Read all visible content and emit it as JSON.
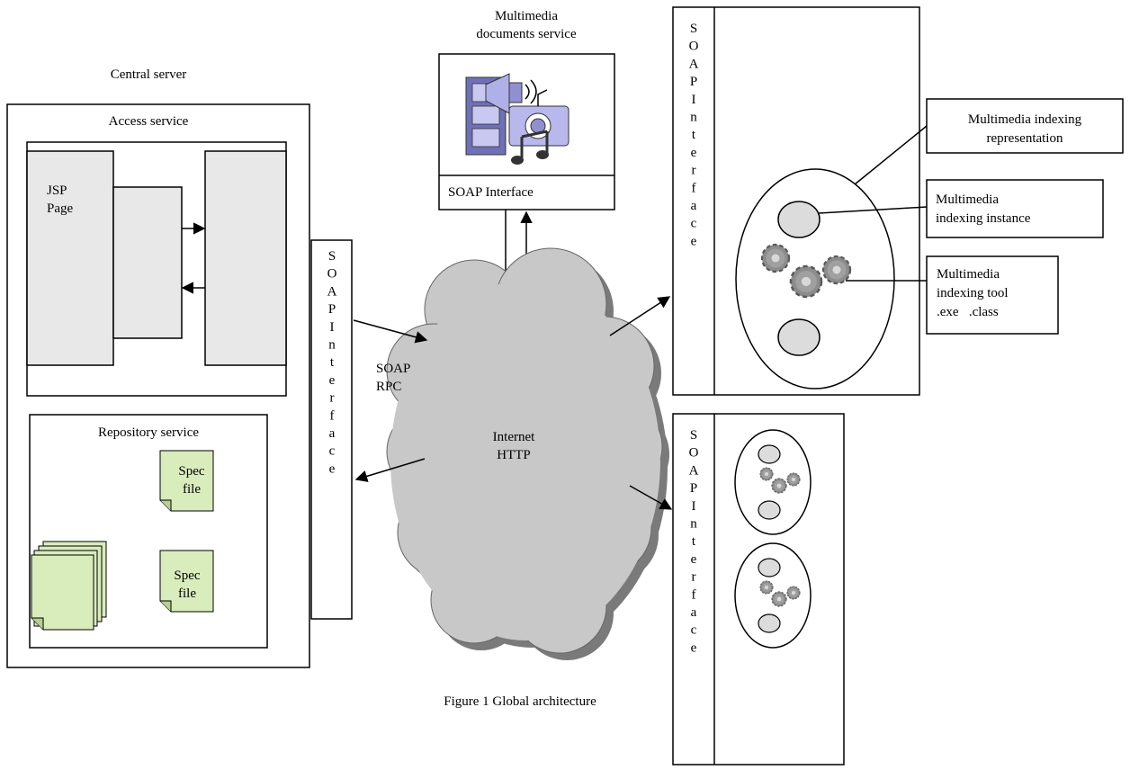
{
  "labels": {
    "central_server": "Central server",
    "access_service": "Access service",
    "jsp_line1": "JSP",
    "jsp_line2": "Page",
    "repository_service": "Repository service",
    "spec_file_line1": "Spec",
    "spec_file_line2": "file",
    "soap_vertical": "SOAPInterface",
    "soap_interface": "SOAP Interface",
    "multimedia_docs_line1": "Multimedia",
    "multimedia_docs_line2": "documents service",
    "soap_rpc_line1": "SOAP",
    "soap_rpc_line2": "RPC",
    "internet_line1": "Internet",
    "internet_line2": "HTTP",
    "callout_representation_line1": "Multimedia indexing",
    "callout_representation_line2": "representation",
    "callout_instance_line1": "Multimedia",
    "callout_instance_line2": "indexing instance",
    "callout_tool_line1": "Multimedia",
    "callout_tool_line2": "indexing tool",
    "callout_tool_line3": ".exe   .class",
    "caption": "Figure 1 Global architecture"
  },
  "colors": {
    "panel_gray": "#e8e8e8",
    "cloud_fill": "#c8c8c8",
    "cloud_shadow": "#7a7a7a",
    "spec_file": "#d9ecbb",
    "gear": "#8c8c8c",
    "instance_oval": "#dcdcdc"
  }
}
